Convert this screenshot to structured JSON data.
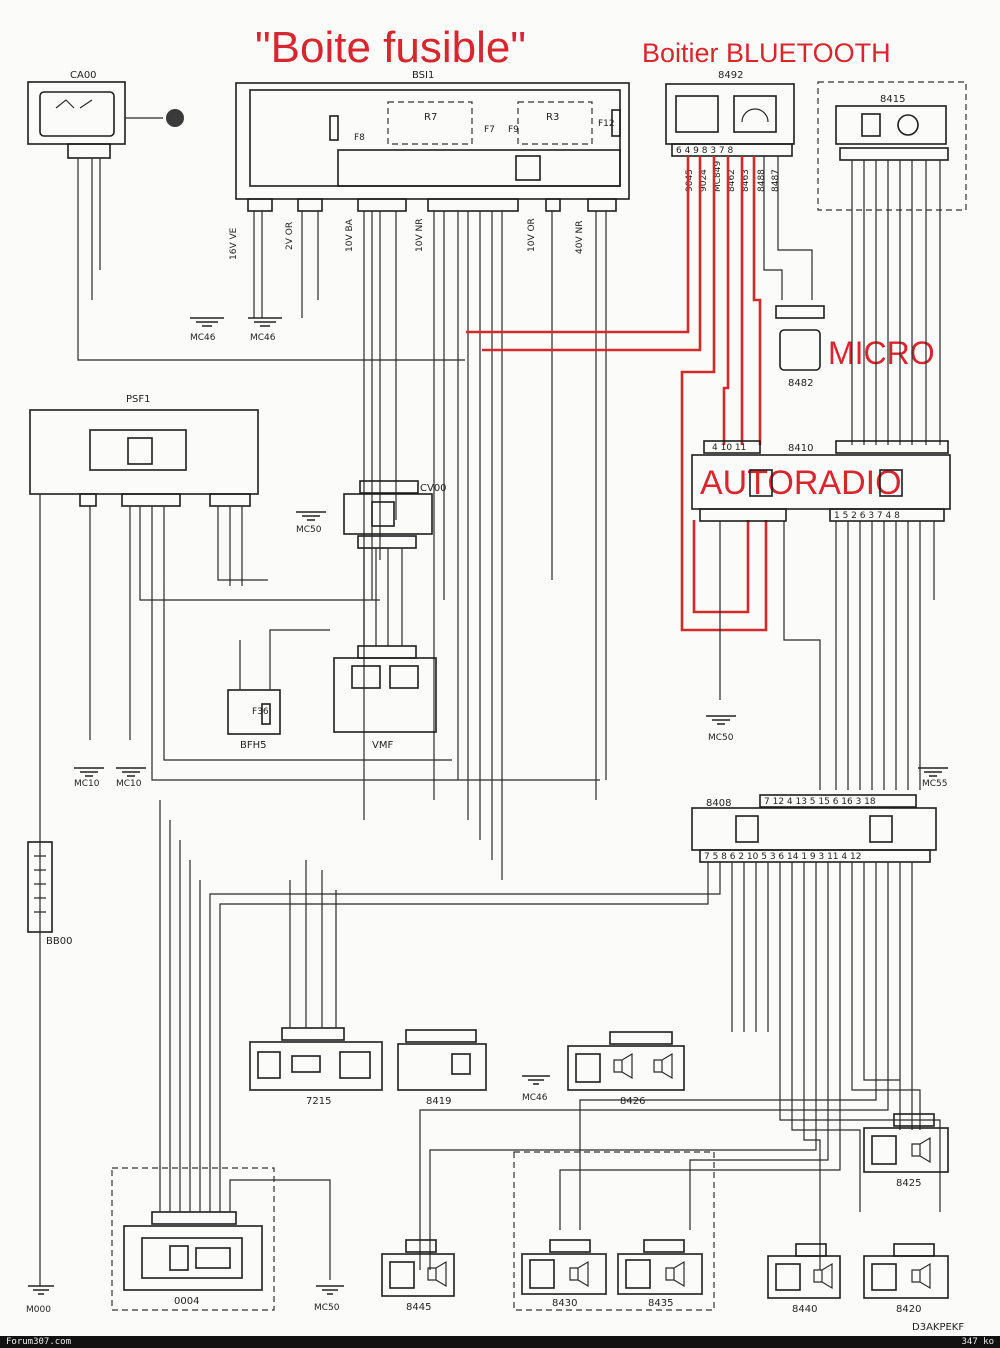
{
  "annotations": {
    "boite_fusible": "\"Boite fusible\"",
    "boitier_bluetooth": "Boitier BLUETOOTH",
    "micro": "MICRO",
    "autoradio": "AUTORADIO"
  },
  "components": {
    "ca00": "CA00",
    "bsi1": "BSI1",
    "c8492": "8492",
    "c8415": "8415",
    "psf1": "PSF1",
    "cv00": "CV00",
    "vmf": "VMF",
    "bfh5": "BFH5",
    "c8482": "8482",
    "c8410": "8410",
    "c8408": "8408",
    "c7215": "7215",
    "c8419": "8419",
    "c8426": "8426",
    "c8425": "8425",
    "c0004": "0004",
    "c8445": "8445",
    "c8430": "8430",
    "c8435": "8435",
    "c8440": "8440",
    "c8420": "8420",
    "bb00": "BB00",
    "m000": "M000",
    "r7": "R7",
    "r3": "R3",
    "f8": "F8",
    "f9": "F9",
    "f12": "F12",
    "f7": "F7",
    "f36": "F36"
  },
  "grounds": {
    "mc46a": "MC46",
    "mc46b": "MC46",
    "mc50a": "MC50",
    "mc10a": "MC10",
    "mc10b": "MC10",
    "mc50b": "MC50",
    "mc55": "MC55",
    "mc46c": "MC46",
    "mc50c": "MC50"
  },
  "wires": {
    "bsi_labels": [
      "16V VE",
      "2V OR",
      "10V BA",
      "10V NR",
      "10V OR",
      "40V NR"
    ],
    "bt_pins": "6 4 9 8 3 7 8",
    "bt_wires": [
      "9045",
      "9024",
      "MC849",
      "8462",
      "8463",
      "8488",
      "8487"
    ],
    "radio_top_pins": "4 10 11",
    "radio_bottom_pins": "1 5 2 6 3 7 4 8",
    "amp_top_pins": "7 12 4 13 5 15 6 16 3 18",
    "amp_bottom_pins": "7 5 8 6 2 10 5 3 6 14 1 9 3 11 4 12",
    "page_code": "D3AKPEKF"
  },
  "footer": {
    "left": "Forum307.com",
    "right": "347 ko"
  }
}
